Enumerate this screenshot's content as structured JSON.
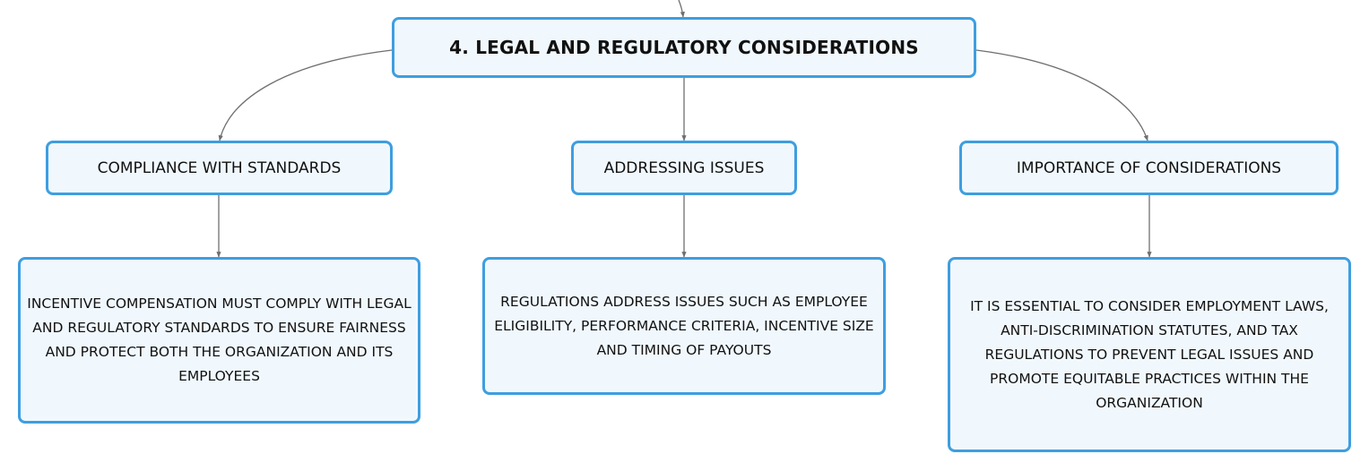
{
  "root": {
    "title": "4. LEGAL AND REGULATORY CONSIDERATIONS"
  },
  "branches": [
    {
      "label": "COMPLIANCE WITH STANDARDS",
      "detail": "INCENTIVE COMPENSATION MUST COMPLY WITH LEGAL AND REGULATORY STANDARDS TO ENSURE FAIRNESS AND PROTECT BOTH THE ORGANIZATION AND ITS EMPLOYEES"
    },
    {
      "label": "ADDRESSING ISSUES",
      "detail": "REGULATIONS ADDRESS ISSUES SUCH AS EMPLOYEE ELIGIBILITY, PERFORMANCE CRITERIA, INCENTIVE SIZE AND TIMING OF PAYOUTS"
    },
    {
      "label": "IMPORTANCE OF CONSIDERATIONS",
      "detail": "IT IS ESSENTIAL TO CONSIDER EMPLOYMENT LAWS, ANTI-DISCRIMINATION STATUTES, AND TAX REGULATIONS TO PREVENT LEGAL ISSUES AND PROMOTE EQUITABLE PRACTICES WITHIN THE ORGANIZATION"
    }
  ],
  "colors": {
    "node_border": "#3e9ee0",
    "node_fill": "#f1f8fd",
    "connector": "#6f6f6f"
  }
}
